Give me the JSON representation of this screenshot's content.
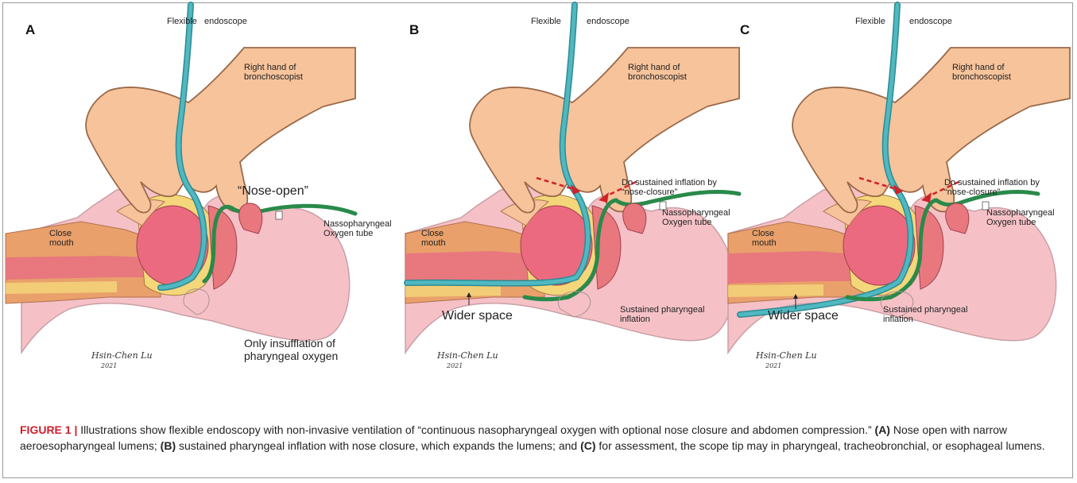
{
  "panels": [
    {
      "letter": "A",
      "endoscope_left": "Flexible",
      "endoscope_right": "endoscope",
      "hand_label": "Right hand of bronchoscopist",
      "nose_label": "“Nose-open”",
      "tube_label": "Nassopharyngeal Oxygen tube",
      "mouth_label": "Close mouth",
      "body_label": "Only insufflation of pharyngeal oxygen",
      "signature": "Hsin-Chen Lu",
      "signature_year": "2021"
    },
    {
      "letter": "B",
      "endoscope_left": "Flexible",
      "endoscope_right": "endoscope",
      "hand_label": "Right hand of bronchoscopist",
      "inflation_label": "Do sustained inflation by “nose-closure”",
      "tube_label": "Nassopharyngeal Oxygen tube",
      "mouth_label": "Close mouth",
      "space_label": "Wider space",
      "body_label": "Sustained pharyngeal inflation",
      "signature": "Hsin-Chen Lu",
      "signature_year": "2021"
    },
    {
      "letter": "C",
      "endoscope_left": "Flexible",
      "endoscope_right": "endoscope",
      "hand_label": "Right hand of bronchoscopist",
      "inflation_label": "Do sustained inflation by “nose-closure”",
      "tube_label": "Nassopharyngeal Oxygen tube",
      "mouth_label": "Close mouth",
      "space_label": "Wider space",
      "body_label": "Sustained pharyngeal inflation",
      "signature": "Hsin-Chen Lu",
      "signature_year": "2021"
    }
  ],
  "caption": {
    "label": "FIGURE 1 |",
    "intro": "Illustrations show flexible endoscopy with non-invasive ventilation of “continuous nasopharyngeal oxygen with optional nose closure and abdomen compression.”",
    "ref_a": "(A)",
    "text_a": "Nose open with narrow aeroesopharyngeal lumens;",
    "ref_b": "(B)",
    "text_b": "sustained pharyngeal inflation with nose closure, which expands the lumens; and",
    "ref_c": "(C)",
    "text_c": "for assessment, the scope tip may in pharyngeal, tracheobronchial, or esophageal lumens."
  },
  "colors": {
    "skin": "#f6c39b",
    "head": "#f5c1c7",
    "endoscope": "#4fb8c0",
    "oxygen_tube": "#2a8a4a",
    "mucosa": "#e8787e",
    "tongue": "#ec6a80",
    "fat": "#f4d77a",
    "arrow": "#d0222a",
    "caption_label": "#d01e2c"
  }
}
